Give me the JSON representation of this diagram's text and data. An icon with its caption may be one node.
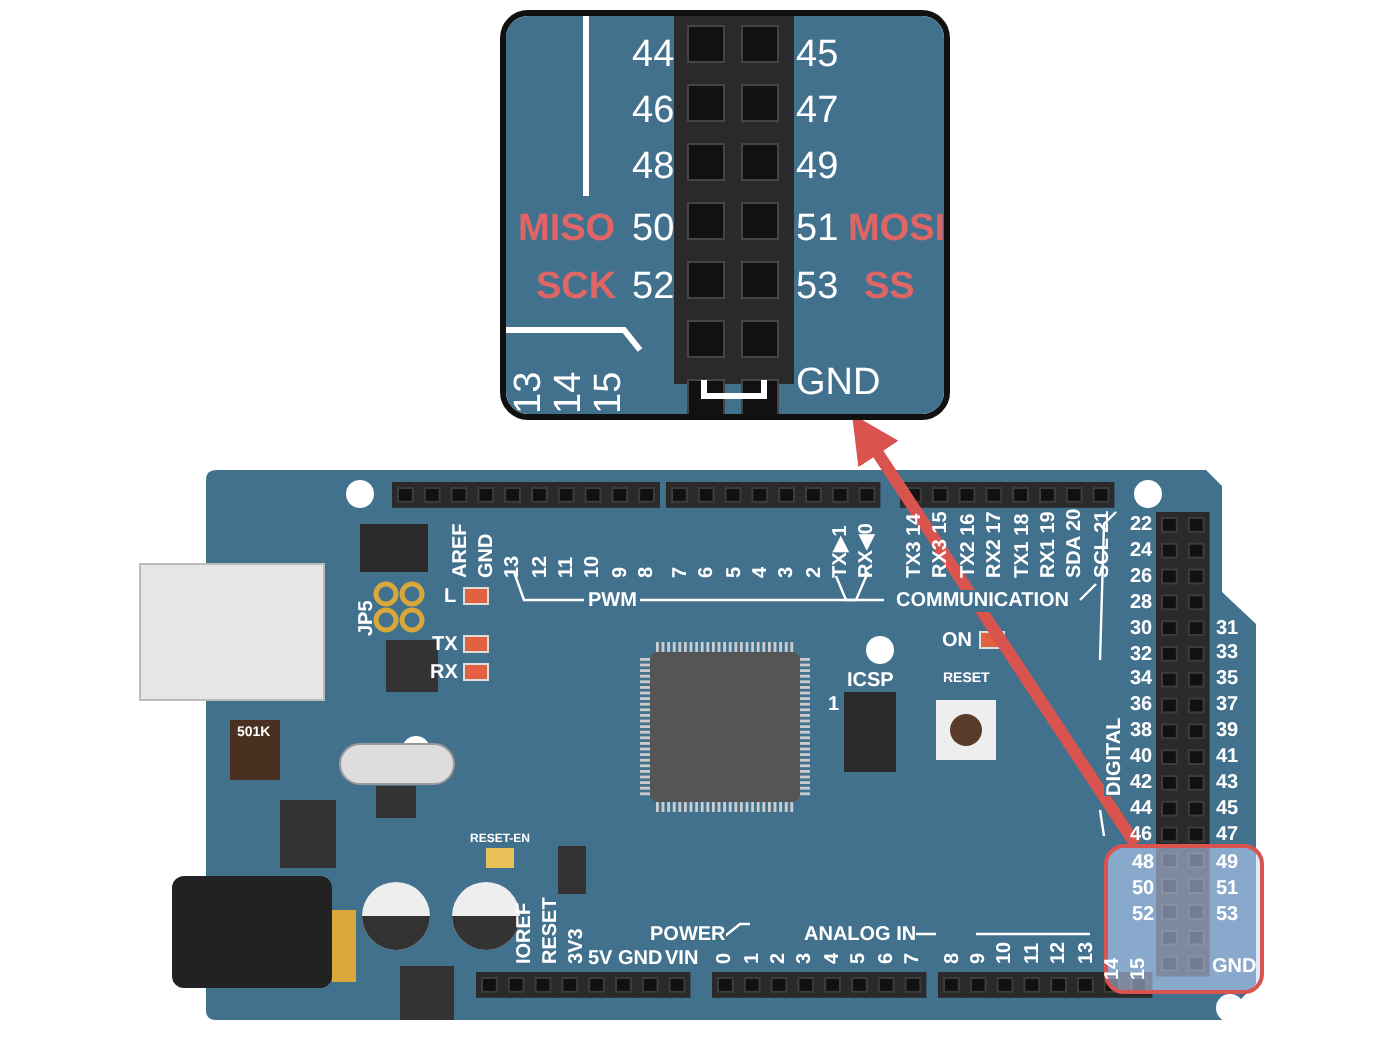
{
  "diagram": {
    "nodes": [
      {
        "text": [
          "44",
          "45",
          "46",
          "47",
          "48",
          "49",
          "MISO",
          "50",
          "51",
          "MOSI",
          "SCK",
          "52",
          "53",
          "SS",
          "13",
          "14",
          "15",
          "GND"
        ]
      },
      {
        "text": [
          "48",
          "49",
          "50",
          "51",
          "52",
          "53",
          "14",
          "15",
          "GND"
        ]
      }
    ],
    "edges": [
      {
        "from": 1,
        "to": 0,
        "arrow": "to"
      }
    ],
    "labels": [
      "AREF",
      "GND",
      "13",
      "12",
      "11",
      "10",
      "9",
      "8",
      "7",
      "6",
      "5",
      "4",
      "3",
      "2",
      "TX▶1",
      "RX◀0",
      "TX3 14",
      "RX3 15",
      "TX2 16",
      "RX2 17",
      "TX1 18",
      "RX1 19",
      "SDA 20",
      "SCL 21",
      "L",
      "PWM",
      "COMMUNICATION",
      "JP5",
      "TX",
      "ON",
      "RX",
      "ICSP",
      "RESET",
      "1",
      "501K",
      "DIGITAL",
      "RESET-EN",
      "22",
      "24",
      "26",
      "28",
      "30",
      "32",
      "34",
      "36",
      "38",
      "40",
      "42",
      "44",
      "46",
      "31",
      "33",
      "35",
      "37",
      "39",
      "41",
      "43",
      "45",
      "47",
      "IOREF",
      "RESET",
      "3V3",
      "5V",
      "GND",
      "VIN",
      "POWER",
      "ANALOG IN",
      "0",
      "1",
      "2",
      "3",
      "4",
      "5",
      "6",
      "7",
      "8",
      "9",
      "10",
      "11",
      "12",
      "13"
    ]
  }
}
